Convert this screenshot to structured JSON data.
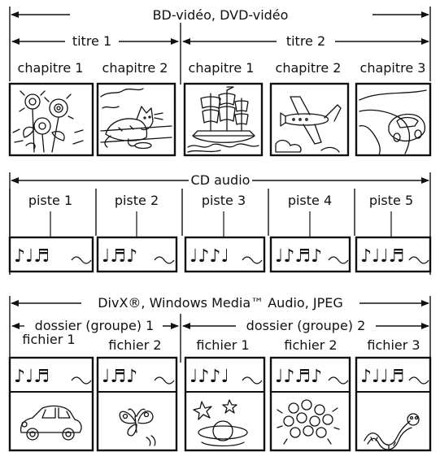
{
  "section1": {
    "title": "BD-vidéo, DVD-vidéo",
    "groups": [
      "titre 1",
      "titre 2"
    ],
    "items": [
      "chapitre 1",
      "chapitre 2",
      "chapitre 1",
      "chapitre 2",
      "chapitre 3"
    ],
    "pictures": [
      "flowers-picture",
      "cat-picture",
      "ship-picture",
      "airplane-picture",
      "car-road-picture"
    ]
  },
  "section2": {
    "title": "CD audio",
    "items": [
      "piste 1",
      "piste 2",
      "piste 3",
      "piste 4",
      "piste 5"
    ],
    "music": [
      "♪♩♬",
      "♩♬♪",
      "♩♪♪♩",
      "♩♪♬♪",
      "♪♩♩♬"
    ]
  },
  "section3": {
    "title": "DivX®, Windows Media™ Audio, JPEG",
    "groups": [
      "dossier (groupe) 1",
      "dossier (groupe) 2"
    ],
    "items": [
      "fichier 1",
      "fichier 2",
      "fichier 1",
      "fichier 2",
      "fichier 3"
    ],
    "music": [
      "♪♩♬",
      "♩♬♪",
      "♩♪♪♩",
      "♩♪♬♪",
      "♪♩♩♬"
    ],
    "pictures": [
      "car-picture",
      "butterfly-picture",
      "planet-picture",
      "flowers-cluster-picture",
      "worm-picture"
    ]
  }
}
